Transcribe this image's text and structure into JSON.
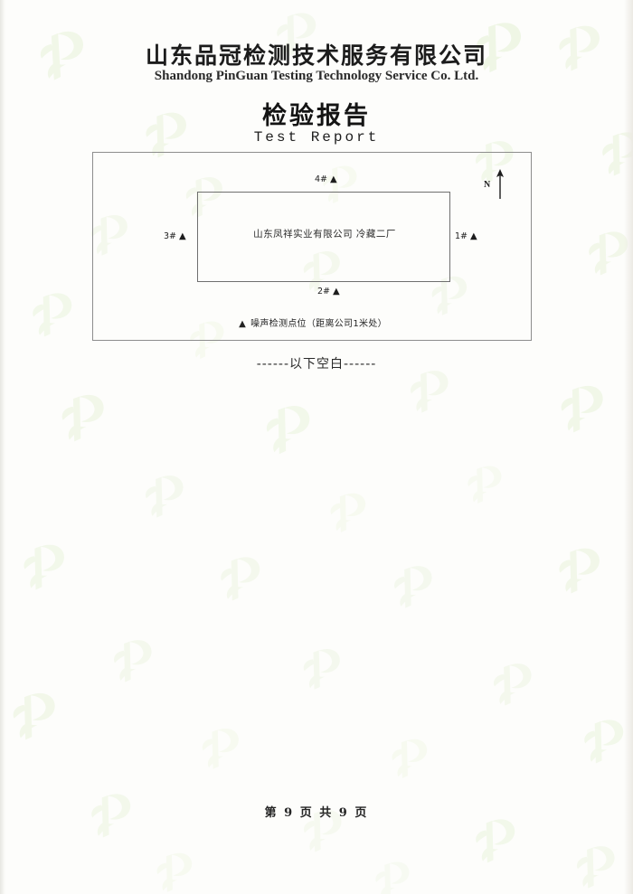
{
  "header": {
    "company_cn": "山东品冠检测技术服务有限公司",
    "company_en": "Shandong PinGuan Testing Technology Service Co. Ltd.",
    "report_title_cn": "检验报告",
    "report_title_en": "Test Report"
  },
  "diagram": {
    "building_label": "山东凤祥实业有限公司  冷藏二厂",
    "compass_label": "N",
    "points": [
      {
        "id": "4",
        "label": "4#",
        "marker": "▲",
        "position": "top"
      },
      {
        "id": "3",
        "label": "3#",
        "marker": "▲",
        "position": "left"
      },
      {
        "id": "1",
        "label": "1#",
        "marker": "▲",
        "position": "right"
      },
      {
        "id": "2",
        "label": "2#",
        "marker": "▲",
        "position": "bottom"
      }
    ],
    "legend_marker": "▲",
    "legend_text": "噪声检测点位（距离公司1米处）"
  },
  "body": {
    "blank_note": "------以下空白------"
  },
  "footer": {
    "page_text": "第 9 页 共 9 页"
  },
  "colors": {
    "watermark_green": "#cfe6b4",
    "ink": "#1d1d1d",
    "rule": "#8d8d8d"
  }
}
